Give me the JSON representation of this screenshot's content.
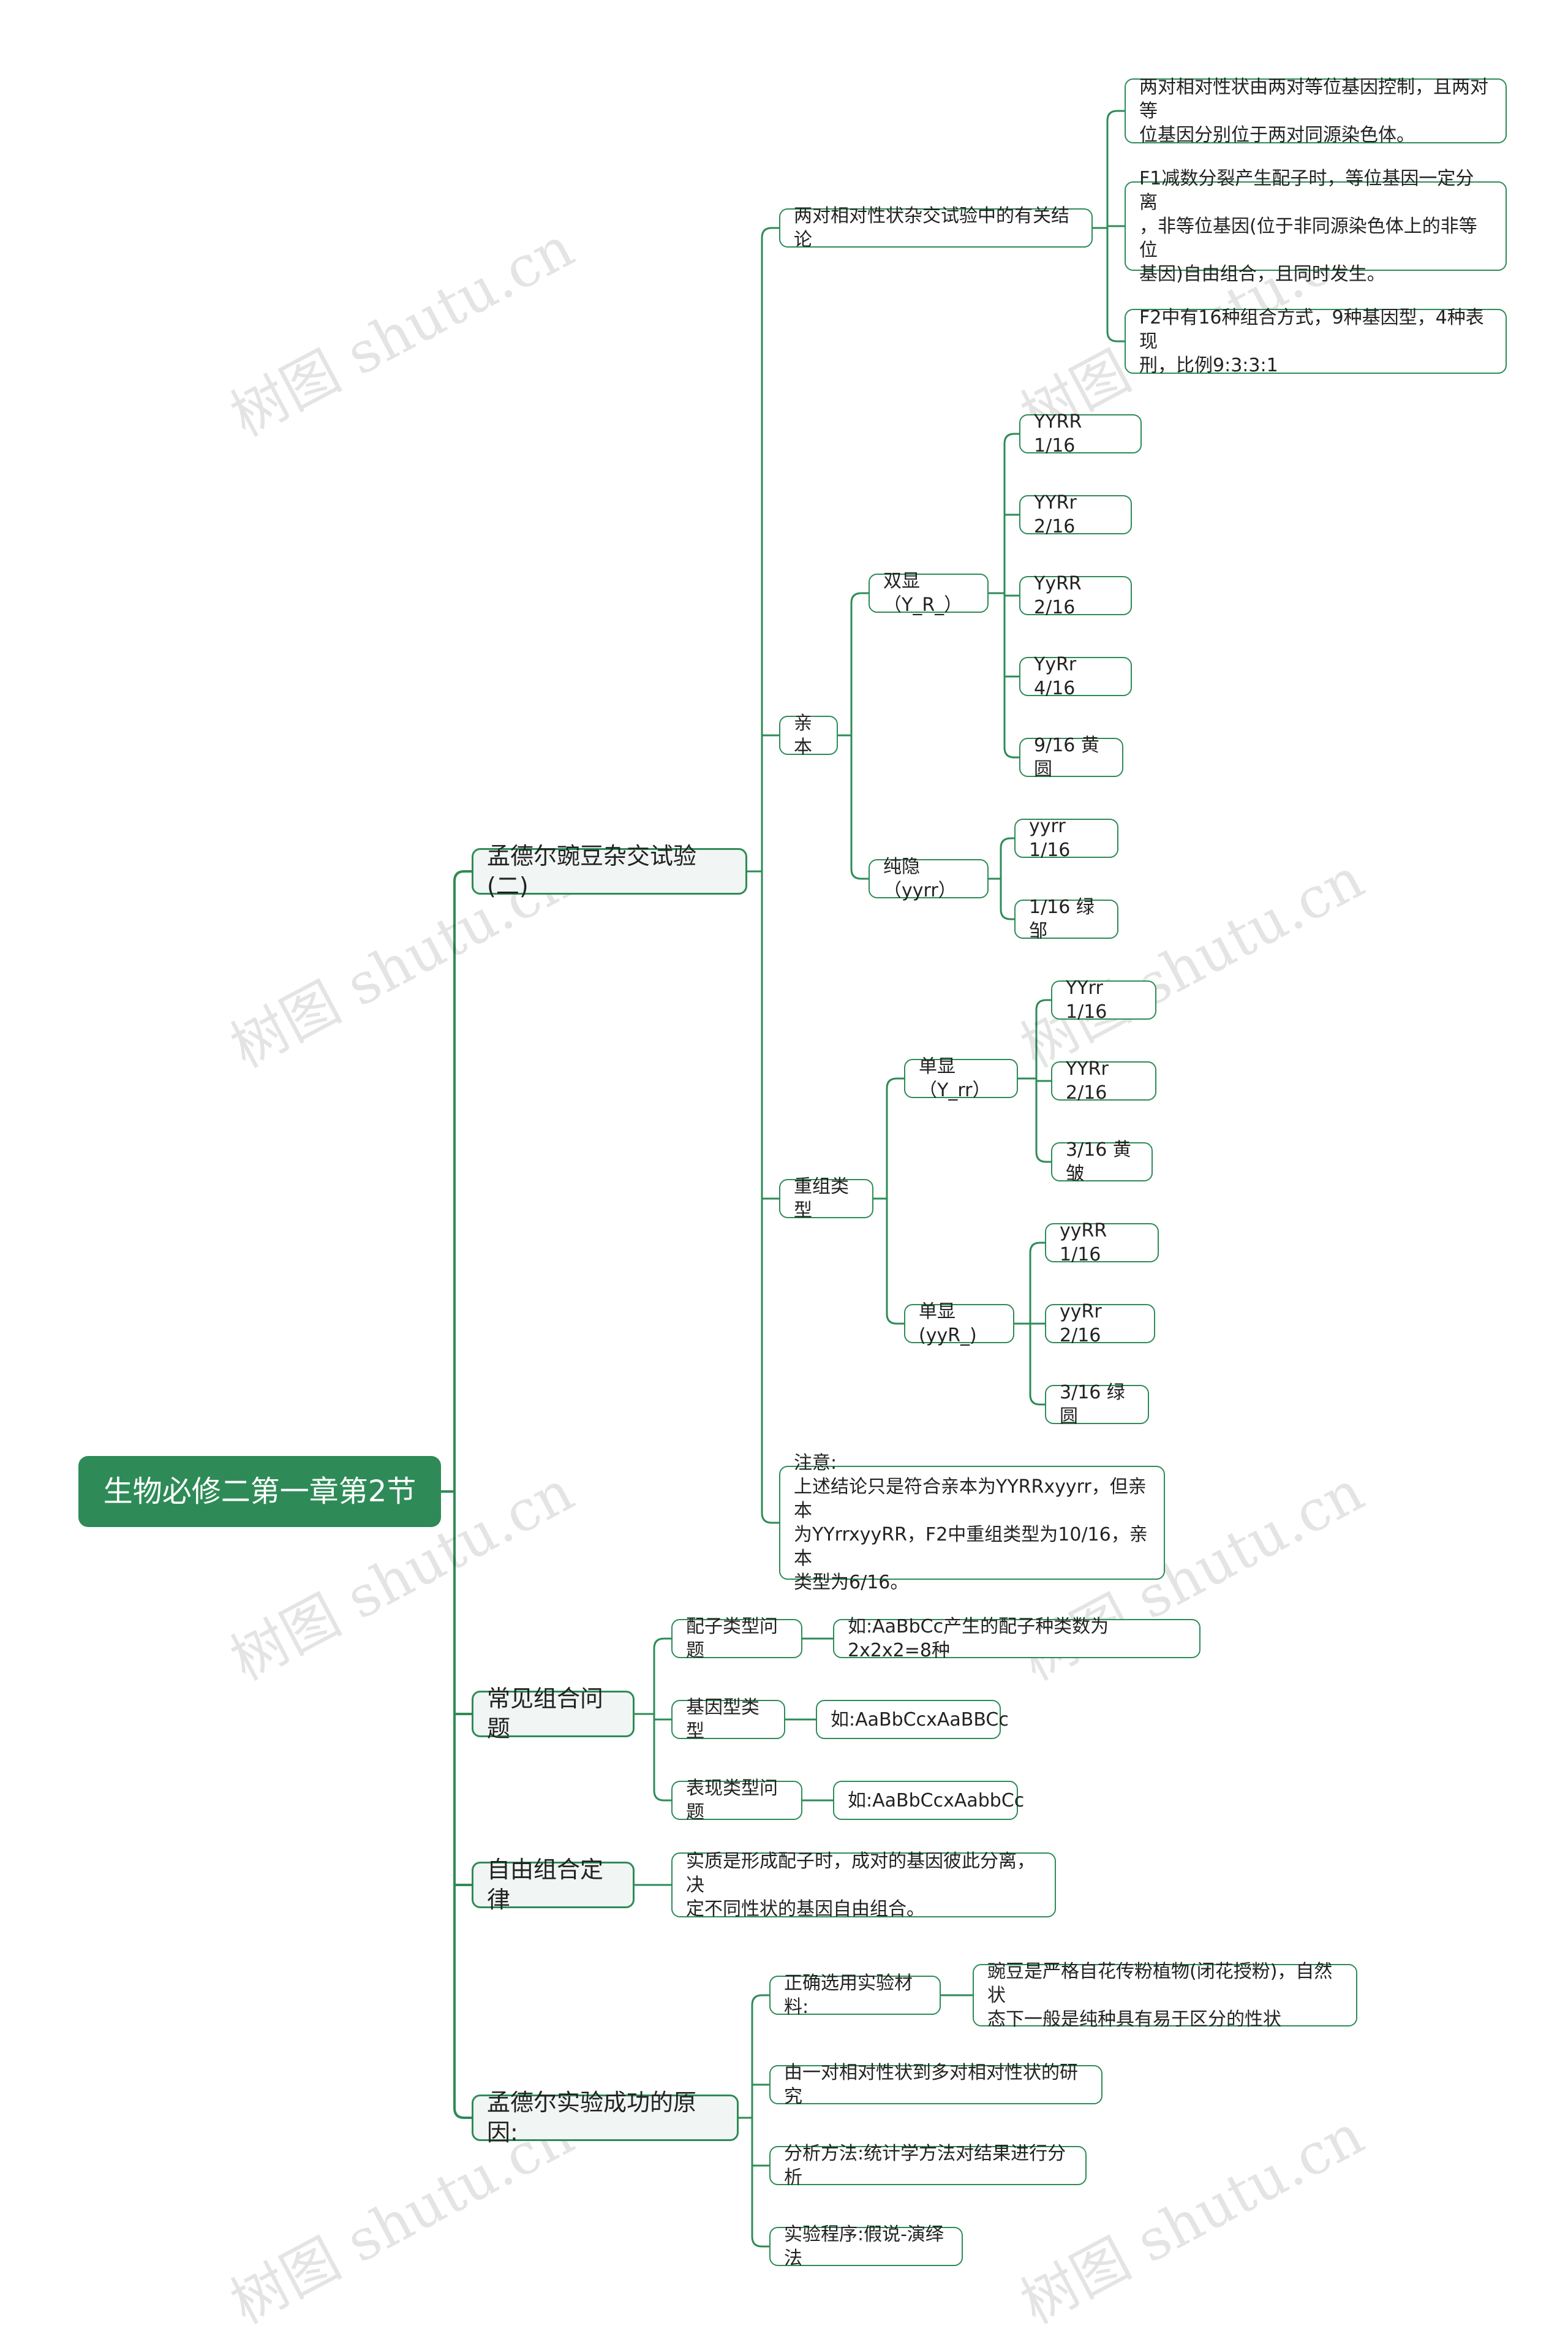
{
  "colors": {
    "accent": "#2e8b57",
    "root_text": "#ffffff",
    "l1_fill": "#f1f5f3",
    "text": "#222222"
  },
  "watermark": "树图 shutu.cn",
  "root": {
    "label": "生物必修二第一章第2节"
  },
  "branches": [
    {
      "label": "孟德尔豌豆杂交试验(二)",
      "children": [
        {
          "label": "两对相对性状杂交试验中的有关结论",
          "children": [
            {
              "label": "两对相对性状由两对等位基因控制，且两对等\n位基因分别位于两对同源染色体。"
            },
            {
              "label": "F1减数分裂产生配子时，等位基因一定分离\n，非等位基因(位于非同源染色体上的非等位\n基因)自由组合，且同时发生。"
            },
            {
              "label": "F2中有16种组合方式，9种基因型，4种表现\n刑，比例9:3:3:1"
            }
          ]
        },
        {
          "label": "亲本",
          "children": [
            {
              "label": "双显（Y_R_）",
              "children": [
                {
                  "label": "YYRR   1/16"
                },
                {
                  "label": "YYRr  2/16"
                },
                {
                  "label": "YyRR  2/16"
                },
                {
                  "label": "YyRr  4/16"
                },
                {
                  "label": "9/16 黄圆"
                }
              ]
            },
            {
              "label": "纯隐（yyrr）",
              "children": [
                {
                  "label": "yyrr  1/16"
                },
                {
                  "label": "1/16 绿邹"
                }
              ]
            }
          ]
        },
        {
          "label": "重组类型",
          "children": [
            {
              "label": "单显（Y_rr）",
              "children": [
                {
                  "label": "YYrr  1/16"
                },
                {
                  "label": "YYRr  2/16"
                },
                {
                  "label": "3/16 黄皱"
                }
              ]
            },
            {
              "label": "单显(yyR_)",
              "children": [
                {
                  "label": "yyRR  1/16"
                },
                {
                  "label": "yyRr  2/16"
                },
                {
                  "label": "3/16 绿圆"
                }
              ]
            }
          ]
        },
        {
          "label": "注意:\n上述结论只是符合亲本为YYRRxyyrr，但亲本\n为YYrrxyyRR，F2中重组类型为10/16，亲本\n类型为6/16。"
        }
      ]
    },
    {
      "label": "常见组合问题",
      "children": [
        {
          "label": "配子类型问题",
          "children": [
            {
              "label": "如:AaBbCc产生的配子种类数为2x2x2=8种"
            }
          ]
        },
        {
          "label": "基因型类型",
          "children": [
            {
              "label": "如:AaBbCcxAaBBCc"
            }
          ]
        },
        {
          "label": "表现类型问题",
          "children": [
            {
              "label": "如:AaBbCcxAabbCc"
            }
          ]
        }
      ]
    },
    {
      "label": "自由组合定律",
      "children": [
        {
          "label": "实质是形成配子时，成对的基因彼此分离，决\n定不同性状的基因自由组合。"
        }
      ]
    },
    {
      "label": "孟德尔实验成功的原因:",
      "children": [
        {
          "label": "正确选用实验材料:",
          "children": [
            {
              "label": "豌豆是严格自花传粉植物(闭花授粉)，自然状\n态下一般是纯种具有易于区分的性状"
            }
          ]
        },
        {
          "label": "由一对相对性状到多对相对性状的研究"
        },
        {
          "label": "分析方法:统计学方法对结果进行分析"
        },
        {
          "label": "实验程序:假说-演绎法"
        }
      ]
    }
  ]
}
